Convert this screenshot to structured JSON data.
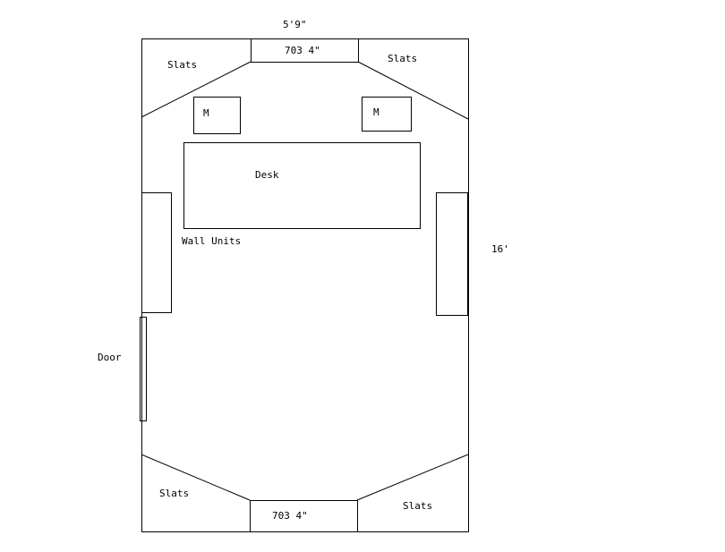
{
  "dimensions": {
    "width_label": "5'9\"",
    "length_label": "16'"
  },
  "labels": {
    "slats_top_left": "Slats",
    "slats_top_right": "Slats",
    "slats_bottom_left": "Slats",
    "slats_bottom_right": "Slats",
    "speaker_top": "703 4\"",
    "speaker_bottom": "703 4\"",
    "monitor_left": "M",
    "monitor_right": "M",
    "desk": "Desk",
    "wall_units": "Wall Units",
    "door": "Door"
  },
  "colors": {
    "stroke": "#000000",
    "background": "#ffffff",
    "text": "#000000"
  }
}
